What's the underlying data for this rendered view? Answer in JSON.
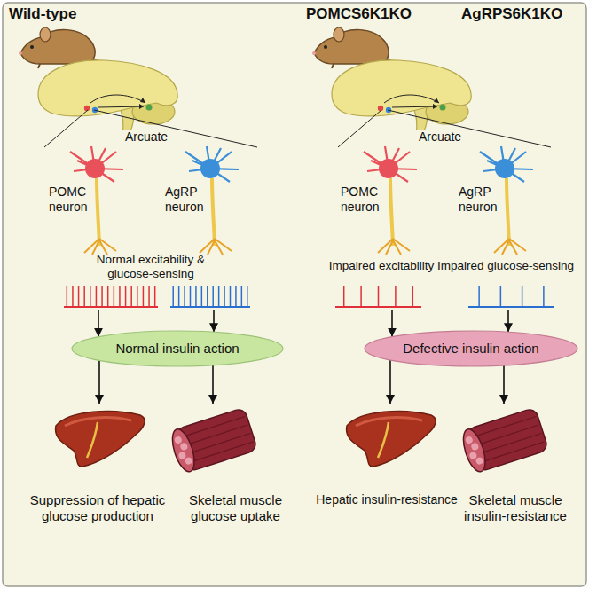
{
  "diagram": {
    "nodes": [
      {
        "text": [
          "POMC neuron"
        ]
      },
      {
        "text": [
          "AgRP neuron"
        ]
      },
      {
        "text": [
          "POMC neuron"
        ]
      },
      {
        "text": [
          "AgRP neuron"
        ]
      },
      {
        "text": [
          "Normal insulin action"
        ]
      },
      {
        "text": [
          "Defective insulin action"
        ]
      },
      {
        "text": [
          "Suppression of hepatic glucose production"
        ]
      },
      {
        "text": [
          "Skeletal muscle glucose uptake"
        ]
      },
      {
        "text": [
          "Hepatic insulin-resistance"
        ]
      },
      {
        "text": [
          "Skeletal muscle insulin-resistance"
        ]
      }
    ],
    "edges": [
      {
        "from": 0,
        "to": 4,
        "arrow": "to"
      },
      {
        "from": 1,
        "to": 4,
        "arrow": "to"
      },
      {
        "from": 4,
        "to": 6,
        "arrow": "to"
      },
      {
        "from": 4,
        "to": 7,
        "arrow": "to"
      },
      {
        "from": 2,
        "to": 5,
        "arrow": "to"
      },
      {
        "from": 3,
        "to": 5,
        "arrow": "to"
      },
      {
        "from": 5,
        "to": 8,
        "arrow": "to"
      },
      {
        "from": 5,
        "to": 9,
        "arrow": "to"
      }
    ],
    "labels": [
      "Wild-type",
      "POMCS6K1KO",
      "AgRPS6K1KO",
      "Arcuate",
      "Arcuate",
      "Normal excitability & glucose-sensing",
      "Impaired excitability",
      "Impaired glucose-sensing"
    ]
  }
}
